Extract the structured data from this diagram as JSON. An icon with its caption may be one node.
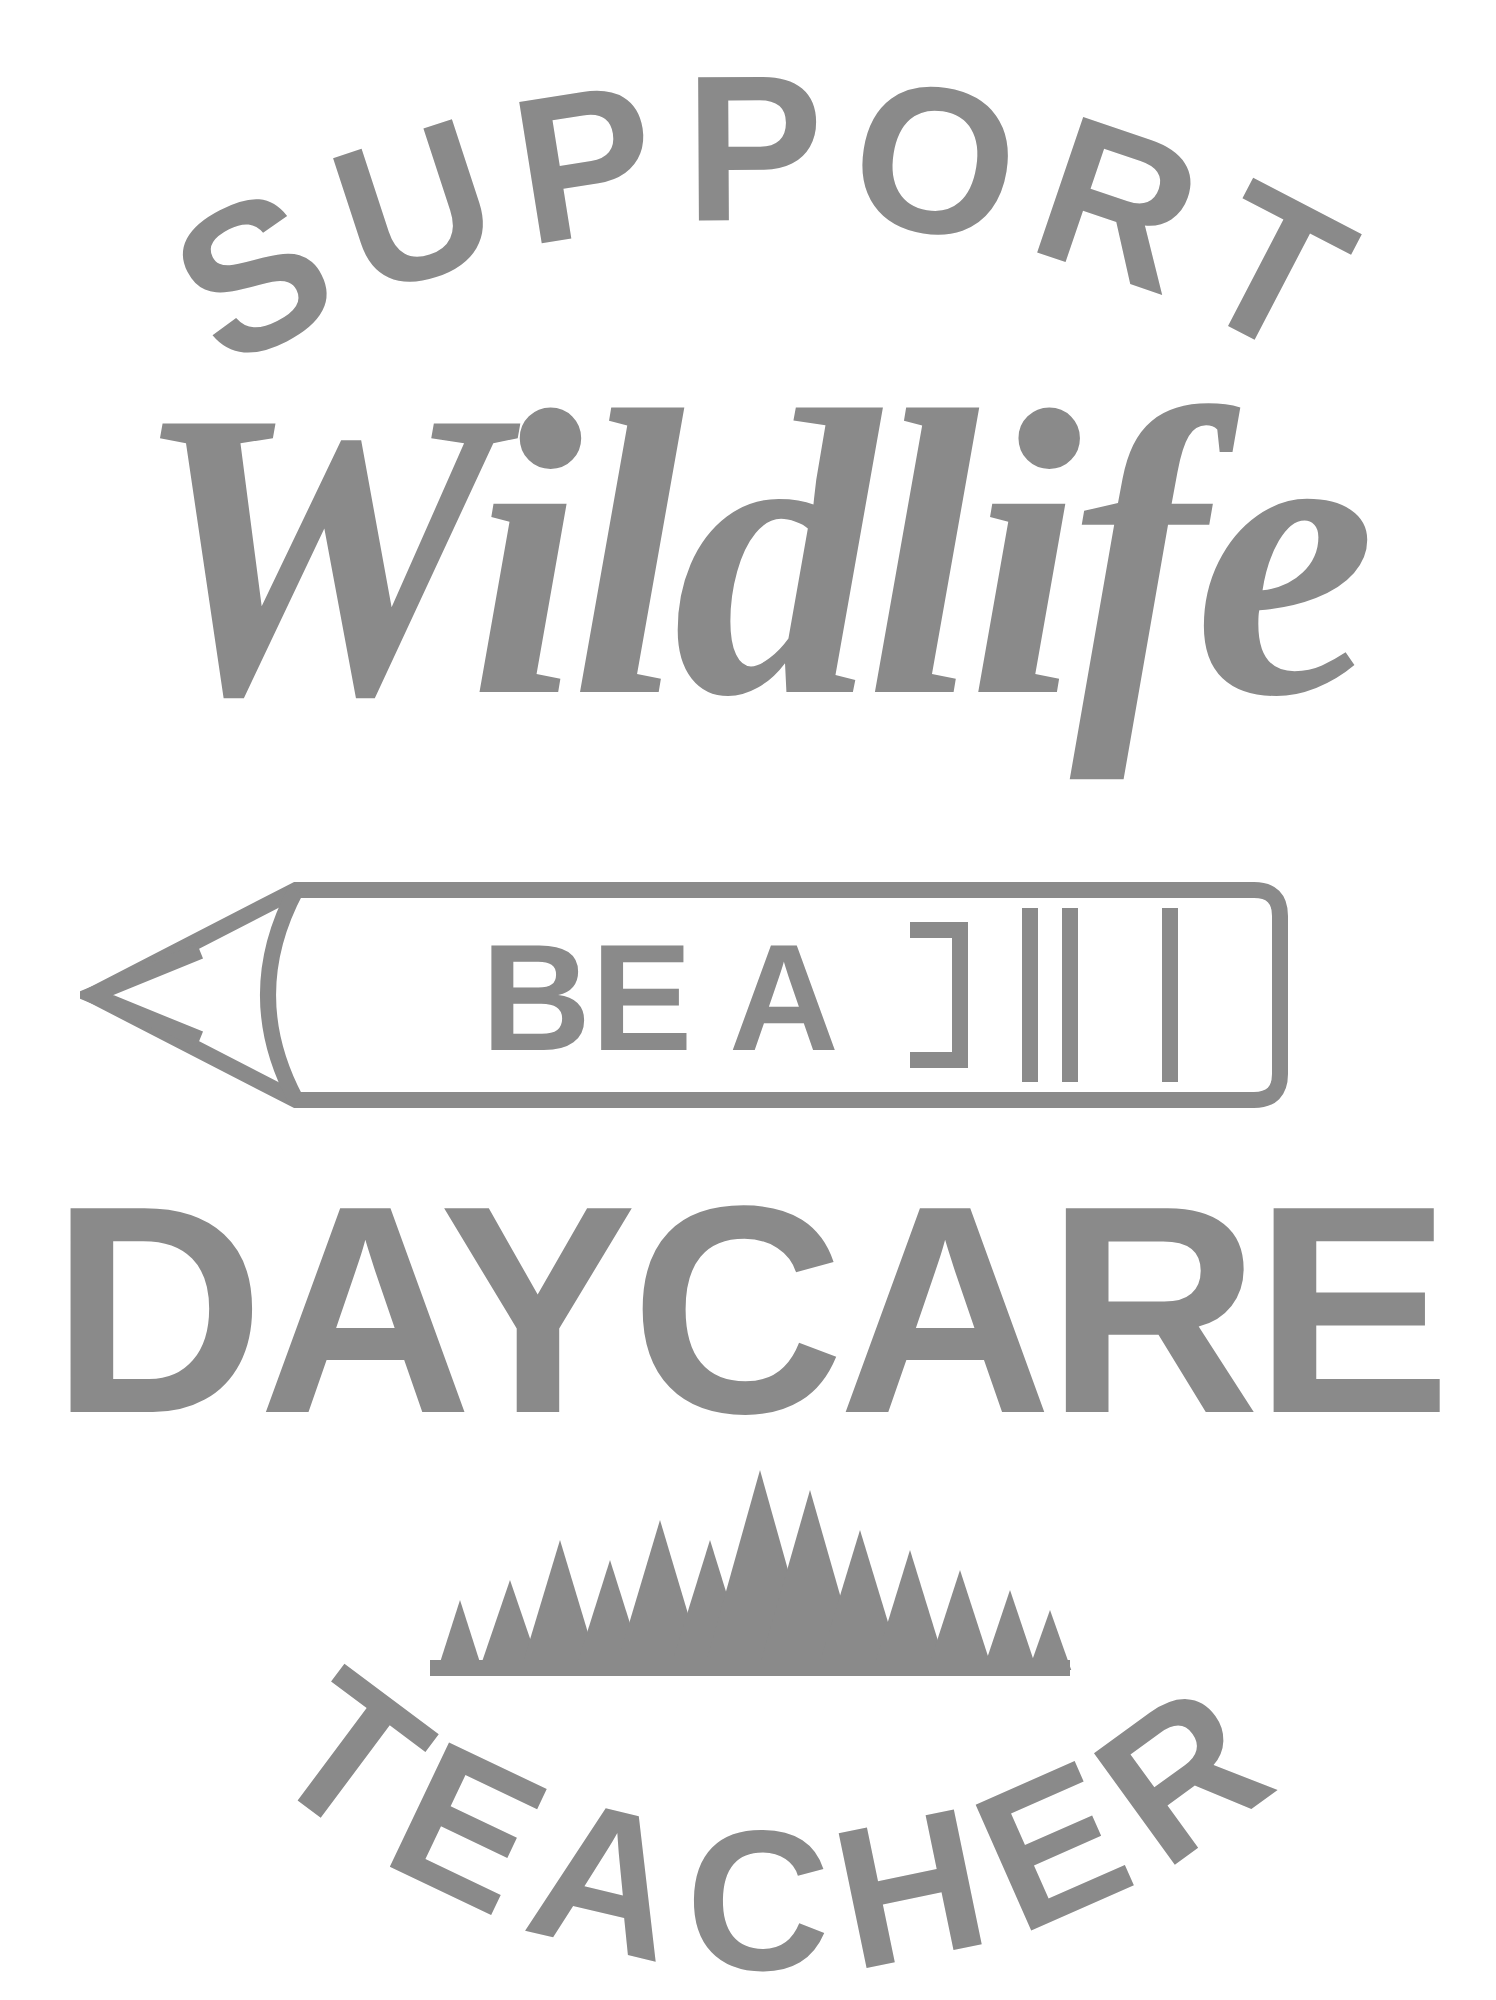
{
  "diagram": {
    "nodes": [
      {
        "text": [
          "BE A"
        ]
      }
    ],
    "labels": [
      "SUPPORT",
      "Wildlife",
      "DAYCARE",
      "TEACHER"
    ]
  }
}
